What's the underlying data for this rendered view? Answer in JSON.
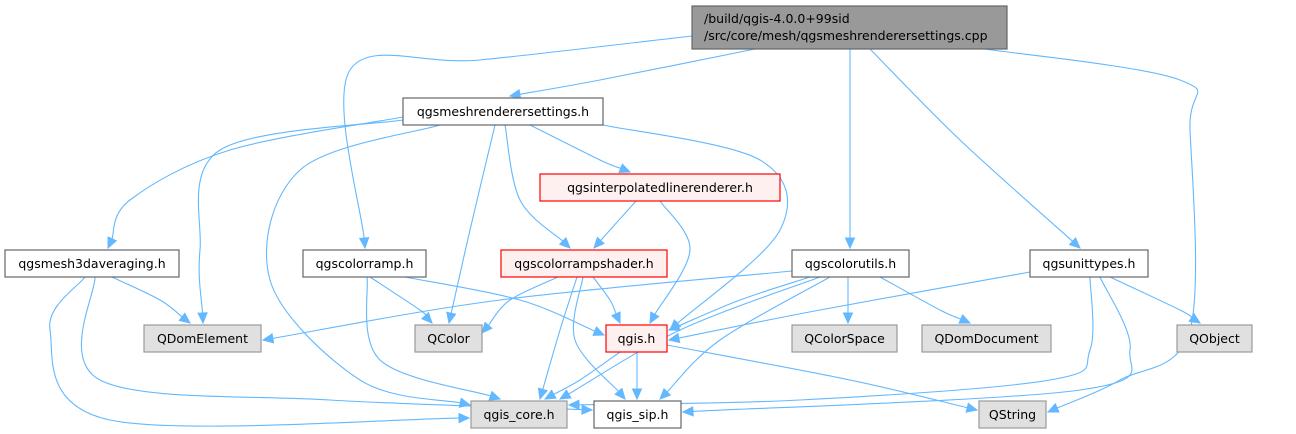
{
  "diagram": {
    "type": "include-dependency-graph",
    "colors": {
      "edge": "#63b8ff",
      "root_fill": "#999999",
      "root_border": "#666666",
      "normal_fill": "#ffffff",
      "normal_border": "#666666",
      "highlight_fill": "#fff0f0",
      "highlight_border": "#ff0000",
      "external_fill": "#e0e0e0",
      "external_border": "#999999"
    },
    "nodes": [
      {
        "id": "root",
        "kind": "root",
        "lines": [
          "/build/qgis-4.0.0+99sid",
          "/src/core/mesh/qgsmeshrenderersettings.cpp"
        ]
      },
      {
        "id": "meshrenderersettings_h",
        "kind": "normal",
        "lines": [
          "qgsmeshrenderersettings.h"
        ]
      },
      {
        "id": "interpolatedlinerenderer_h",
        "kind": "highlight",
        "lines": [
          "qgsinterpolatedlinerenderer.h"
        ]
      },
      {
        "id": "mesh3daveraging_h",
        "kind": "normal",
        "lines": [
          "qgsmesh3daveraging.h"
        ]
      },
      {
        "id": "colorramp_h",
        "kind": "normal",
        "lines": [
          "qgscolorramp.h"
        ]
      },
      {
        "id": "colorrampshader_h",
        "kind": "highlight",
        "lines": [
          "qgscolorrampshader.h"
        ]
      },
      {
        "id": "colorutils_h",
        "kind": "normal",
        "lines": [
          "qgscolorutils.h"
        ]
      },
      {
        "id": "unittypes_h",
        "kind": "normal",
        "lines": [
          "qgsunittypes.h"
        ]
      },
      {
        "id": "QDomElement",
        "kind": "external",
        "lines": [
          "QDomElement"
        ]
      },
      {
        "id": "QColor",
        "kind": "external",
        "lines": [
          "QColor"
        ]
      },
      {
        "id": "qgis_h",
        "kind": "highlight",
        "lines": [
          "qgis.h"
        ]
      },
      {
        "id": "QColorSpace",
        "kind": "external",
        "lines": [
          "QColorSpace"
        ]
      },
      {
        "id": "QDomDocument",
        "kind": "external",
        "lines": [
          "QDomDocument"
        ]
      },
      {
        "id": "QObject",
        "kind": "external",
        "lines": [
          "QObject"
        ]
      },
      {
        "id": "qgis_core_h",
        "kind": "external",
        "lines": [
          "qgis_core.h"
        ]
      },
      {
        "id": "qgis_sip_h",
        "kind": "normal",
        "lines": [
          "qgis_sip.h"
        ]
      },
      {
        "id": "QString",
        "kind": "external",
        "lines": [
          "QString"
        ]
      }
    ],
    "edges": [
      {
        "from": "root",
        "to": "meshrenderersettings_h"
      },
      {
        "from": "root",
        "to": "colorramp_h"
      },
      {
        "from": "root",
        "to": "colorutils_h"
      },
      {
        "from": "root",
        "to": "unittypes_h"
      },
      {
        "from": "root",
        "to": "QString"
      },
      {
        "from": "meshrenderersettings_h",
        "to": "mesh3daveraging_h"
      },
      {
        "from": "meshrenderersettings_h",
        "to": "QDomElement"
      },
      {
        "from": "meshrenderersettings_h",
        "to": "qgis_core_h"
      },
      {
        "from": "meshrenderersettings_h",
        "to": "QColor"
      },
      {
        "from": "meshrenderersettings_h",
        "to": "colorrampshader_h"
      },
      {
        "from": "meshrenderersettings_h",
        "to": "interpolatedlinerenderer_h"
      },
      {
        "from": "meshrenderersettings_h",
        "to": "qgis_h"
      },
      {
        "from": "interpolatedlinerenderer_h",
        "to": "colorrampshader_h"
      },
      {
        "from": "interpolatedlinerenderer_h",
        "to": "qgis_h"
      },
      {
        "from": "mesh3daveraging_h",
        "to": "QDomElement"
      },
      {
        "from": "mesh3daveraging_h",
        "to": "qgis_core_h"
      },
      {
        "from": "mesh3daveraging_h",
        "to": "qgis_sip_h"
      },
      {
        "from": "colorramp_h",
        "to": "QColor"
      },
      {
        "from": "colorramp_h",
        "to": "qgis_h"
      },
      {
        "from": "colorramp_h",
        "to": "qgis_core_h"
      },
      {
        "from": "colorrampshader_h",
        "to": "QColor"
      },
      {
        "from": "colorrampshader_h",
        "to": "qgis_h"
      },
      {
        "from": "colorrampshader_h",
        "to": "qgis_core_h"
      },
      {
        "from": "colorrampshader_h",
        "to": "qgis_sip_h"
      },
      {
        "from": "colorutils_h",
        "to": "QDomElement"
      },
      {
        "from": "colorutils_h",
        "to": "qgis_h"
      },
      {
        "from": "colorutils_h",
        "to": "QColorSpace"
      },
      {
        "from": "colorutils_h",
        "to": "QDomDocument"
      },
      {
        "from": "colorutils_h",
        "to": "qgis_core_h"
      },
      {
        "from": "colorutils_h",
        "to": "qgis_sip_h"
      },
      {
        "from": "unittypes_h",
        "to": "qgis_h"
      },
      {
        "from": "unittypes_h",
        "to": "QObject"
      },
      {
        "from": "unittypes_h",
        "to": "qgis_core_h"
      },
      {
        "from": "unittypes_h",
        "to": "qgis_sip_h"
      },
      {
        "from": "qgis_h",
        "to": "qgis_core_h"
      },
      {
        "from": "qgis_h",
        "to": "qgis_sip_h"
      },
      {
        "from": "qgis_h",
        "to": "QString"
      }
    ]
  }
}
